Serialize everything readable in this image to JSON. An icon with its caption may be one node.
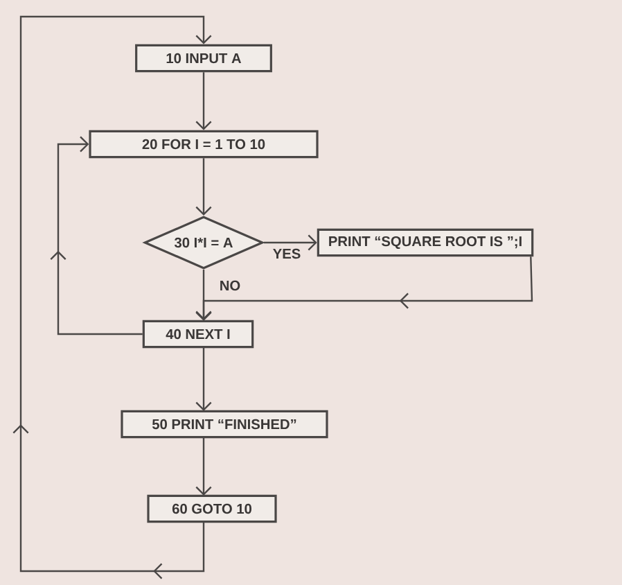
{
  "diagram": {
    "nodes": [
      {
        "text": [
          "10 INPUT A"
        ]
      },
      {
        "text": [
          "20 FOR I = 1 TO 10"
        ]
      },
      {
        "text": [
          "30 I*I = A"
        ]
      },
      {
        "text": [
          "PRINT “SQUARE ROOT IS ”;I"
        ]
      },
      {
        "text": [
          "40 NEXT I"
        ]
      },
      {
        "text": [
          "50 PRINT “FINISHED”"
        ]
      },
      {
        "text": [
          "60 GOTO 10"
        ]
      }
    ],
    "edges": [
      {
        "from": 0,
        "to": 1,
        "arrow": "to"
      },
      {
        "from": 1,
        "to": 2,
        "arrow": "to"
      },
      {
        "from": 2,
        "to": 3,
        "arrow": "to",
        "label": "YES"
      },
      {
        "from": 2,
        "to": 4,
        "arrow": "to",
        "label": "NO"
      },
      {
        "from": 3,
        "to": 4,
        "arrow": "to"
      },
      {
        "from": 4,
        "to": 1,
        "arrow": "to"
      },
      {
        "from": 4,
        "to": 5,
        "arrow": "to"
      },
      {
        "from": 5,
        "to": 6,
        "arrow": "to"
      },
      {
        "from": 6,
        "to": 0,
        "arrow": "to"
      }
    ]
  }
}
